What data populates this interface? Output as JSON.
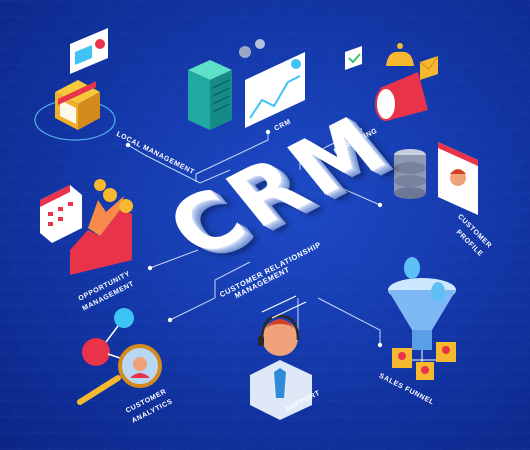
{
  "title": "CRM",
  "center_label": [
    "CUSTOMER RELATIONSHIP",
    "MANAGEMENT"
  ],
  "nodes": {
    "local_management": "LOCAL MANAGEMENT",
    "crm": "CRM",
    "marketing": "MARKETING",
    "customer_profile": [
      "CUSTOMER",
      "PROFILE"
    ],
    "opportunity_management": [
      "OPPORTUNITY",
      "MANAGEMENT"
    ],
    "customer_analytics": [
      "CUSTOMER",
      "ANALYTICS"
    ],
    "support": "SUPPORT",
    "sales_funnel": "SALES FUNNEL"
  },
  "colors": {
    "background": "#1439ab",
    "accent_red": "#e8334a",
    "accent_yellow": "#f5b82e",
    "accent_blue": "#3ec3f5",
    "line": "#c9d6f2"
  }
}
